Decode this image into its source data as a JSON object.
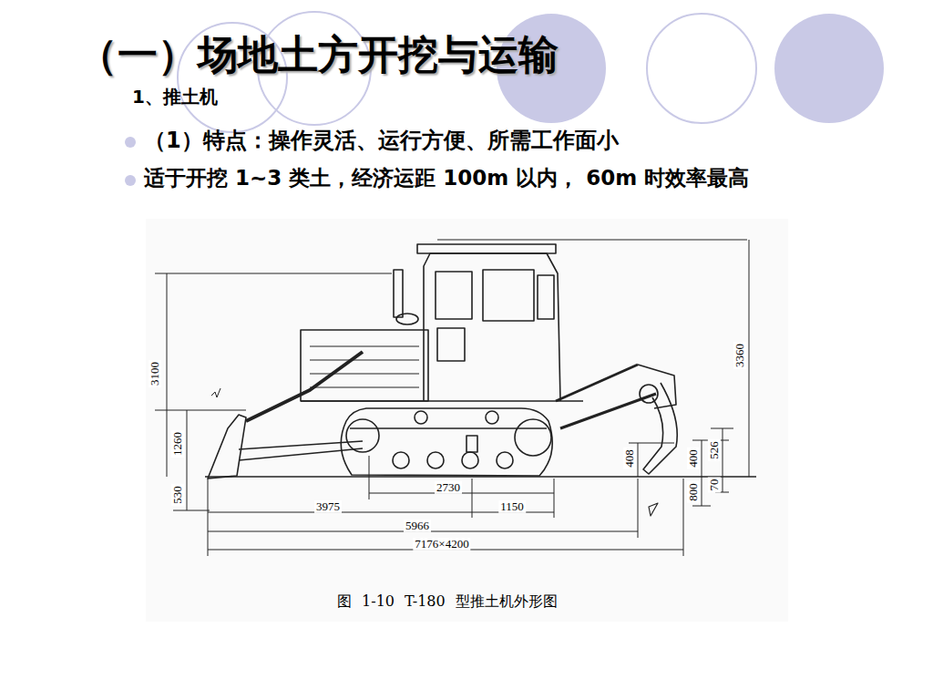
{
  "diagram": {
    "title": "（一）场地土方开挖与运输",
    "caption": "图 1-10 T-180 型推土机外形图",
    "labels": [
      "1、推土机",
      "（1）特点：操作灵活、运行方便、所需工作面小",
      "适于开挖 1~3 类土，经济运距 100m 以内， 60m 时效率最高",
      "3100",
      "1260",
      "530",
      "2730",
      "3975",
      "1150",
      "5966",
      "7176×4200",
      "3360",
      "408",
      "400",
      "526",
      "800",
      "70"
    ]
  }
}
